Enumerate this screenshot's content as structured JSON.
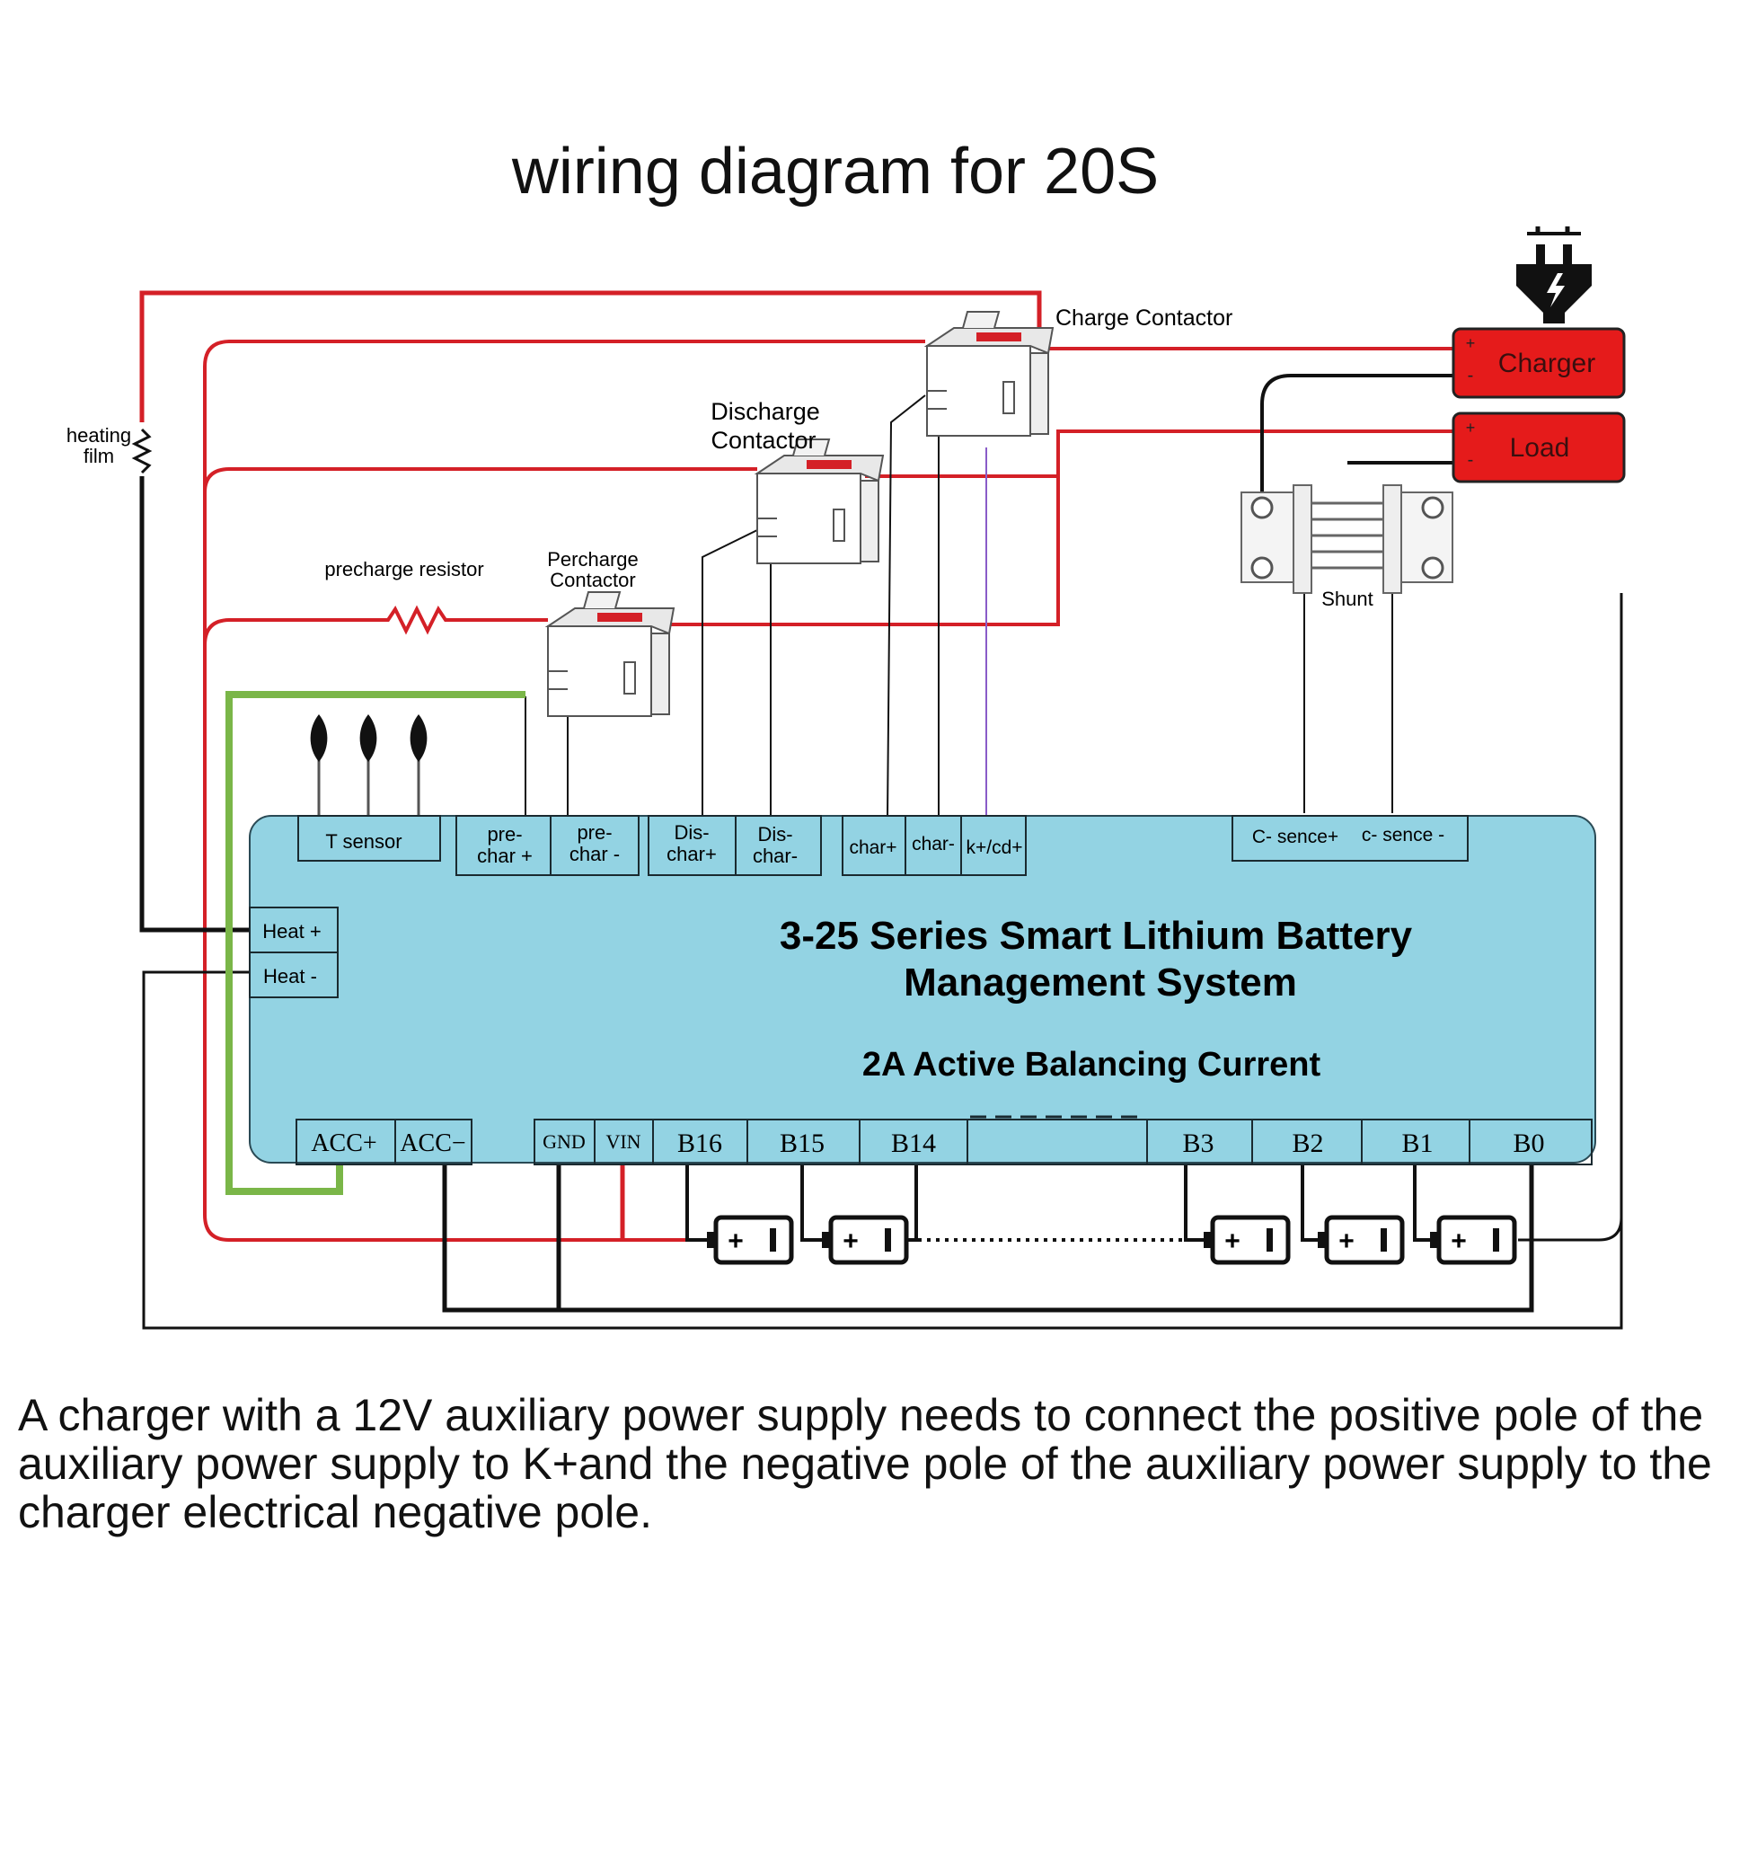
{
  "title": "wiring diagram for 20S",
  "labels": {
    "heating_film_line1": "heating",
    "heating_film_line2": "film",
    "charge_contactor": "Charge Contactor",
    "discharge_contactor_line1": "Discharge",
    "discharge_contactor_line2": "Contactor",
    "precharge_resistor": "precharge resistor",
    "precharge_contactor_line1": "Percharge",
    "precharge_contactor_line2": "Contactor",
    "shunt": "Shunt",
    "charger": "Charger",
    "load": "Load",
    "plus": "+",
    "minus": "-"
  },
  "bms": {
    "title_line1": "3-25 Series Smart Lithium Battery",
    "title_line2": "Management System",
    "subtitle": "2A Active Balancing Current"
  },
  "top_ports": {
    "t_sensor": "T sensor",
    "pre_char_plus_1": "pre-",
    "pre_char_plus_2": "char +",
    "pre_char_minus_1": "pre-",
    "pre_char_minus_2": "char -",
    "dis_char_plus_1": "Dis-",
    "dis_char_plus_2": "char+",
    "dis_char_minus_1": "Dis-",
    "dis_char_minus_2": "char-",
    "char_plus": "char+",
    "char_minus": "char-",
    "k_plus": "k+/cd+",
    "c_sence_plus": "C- sence+",
    "c_sence_minus": "c- sence -"
  },
  "left_ports": {
    "heat_plus": "Heat +",
    "heat_minus": "Heat -"
  },
  "bottom_ports": {
    "acc_plus": "ACC+",
    "acc_minus": "ACC−",
    "gnd": "GND",
    "vin": "VIN",
    "b16": "B16",
    "b15": "B15",
    "b14": "B14",
    "b3": "B3",
    "b2": "B2",
    "b1": "B1",
    "b0": "B0"
  },
  "colors": {
    "red_wire": "#d42027",
    "black_wire": "#111111",
    "green_wire": "#7ab648",
    "purple_wire": "#8a5cc8",
    "board": "#93d3e3",
    "charger_fill": "#e51b1b"
  },
  "footnote": "A charger with a 12V auxiliary power supply needs to connect the positive pole of the auxiliary power supply to K+and the negative pole of the auxiliary power supply to the charger electrical negative pole."
}
